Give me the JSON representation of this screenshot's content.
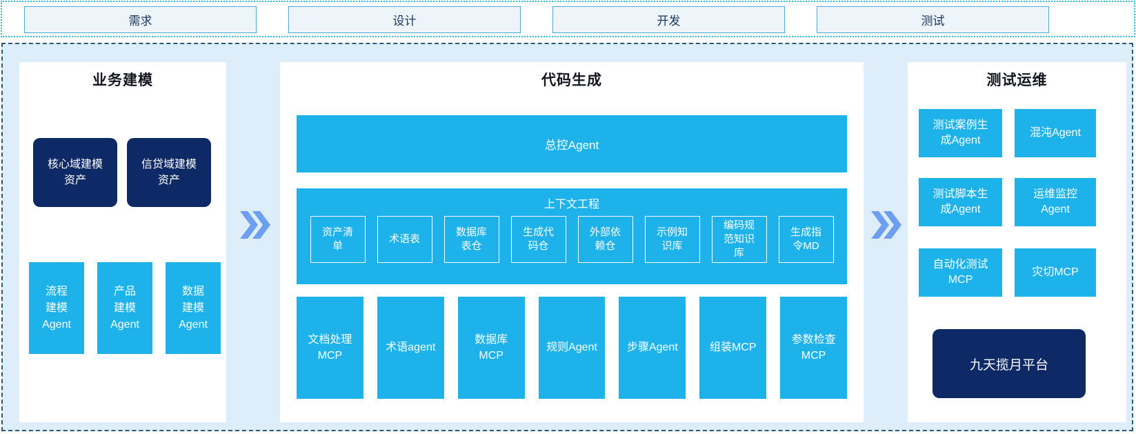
{
  "colors": {
    "cyan": "#1db2e9",
    "navy": "#0d2a66",
    "container-bg": "#ddeefa",
    "panel-bg": "#ffffff",
    "arrow": "#6d9ef2",
    "strip-border": "#2ab7dc",
    "main-border": "#2b5a75",
    "topbox-border": "#4aa9d8",
    "topbox-bg": "#edf5fb",
    "title-text": "#17365d",
    "heading-text": "#15171f"
  },
  "phases": [
    "需求",
    "设计",
    "开发",
    "测试"
  ],
  "business_modeling": {
    "title": "业务建模",
    "asset_boxes": [
      "核心域建模\n资产",
      "信贷域建模\n资产"
    ],
    "agent_boxes": [
      "流程\n建模\nAgent",
      "产品\n建模\nAgent",
      "数据\n建模\nAgent"
    ]
  },
  "code_generation": {
    "title": "代码生成",
    "master_agent": "总控Agent",
    "context_engineering": {
      "title": "上下文工程",
      "items": [
        "资产清\n单",
        "术语表",
        "数据库\n表仓",
        "生成代\n码仓",
        "外部依\n赖仓",
        "示例知\n识库",
        "编码规\n范知识\n库",
        "生成指\n令MD"
      ]
    },
    "workers": [
      "文档处理\nMCP",
      "术语agent",
      "数据库\nMCP",
      "规则Agent",
      "步骤Agent",
      "组装MCP",
      "参数检查\nMCP"
    ]
  },
  "test_ops": {
    "title": "测试运维",
    "boxes": [
      "测试案例生\n成Agent",
      "混沌Agent",
      "测试脚本生\n成Agent",
      "运维监控\nAgent",
      "自动化测试\nMCP",
      "灾切MCP"
    ],
    "platform": "九天揽月平台"
  }
}
